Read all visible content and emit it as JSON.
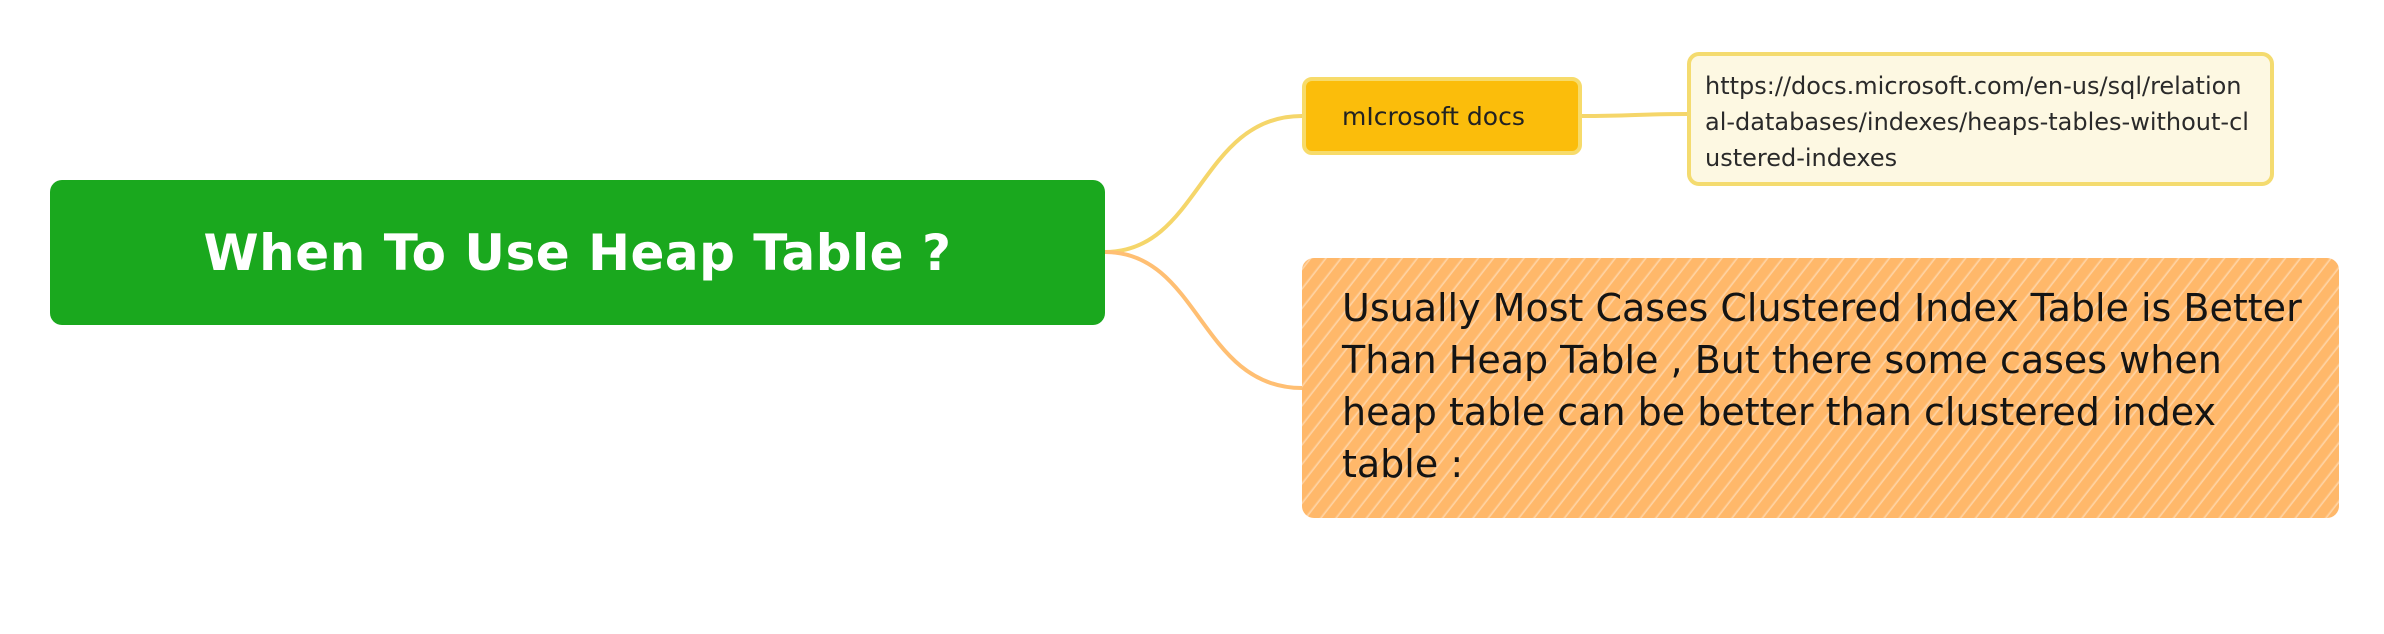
{
  "diagram": {
    "root": {
      "title": "When To Use Heap Table ?",
      "color": "#1aa81e"
    },
    "branches": [
      {
        "label": "mIcrosoft docs",
        "color": "#fbbd0b",
        "children": [
          {
            "text": "https://docs.microsoft.com/en-us/sql/relational-databases/indexes/heaps-tables-without-clustered-indexes",
            "color": "#fdf8e2"
          }
        ]
      },
      {
        "text": "Usually Most Cases Clustered Index Table is Better Than Heap Table , But there some cases when heap table can be better than clustered index table :",
        "color": "#ffb86a"
      }
    ],
    "connector_colors": {
      "docs": "#f5d66a",
      "note": "#ffbf73"
    }
  }
}
